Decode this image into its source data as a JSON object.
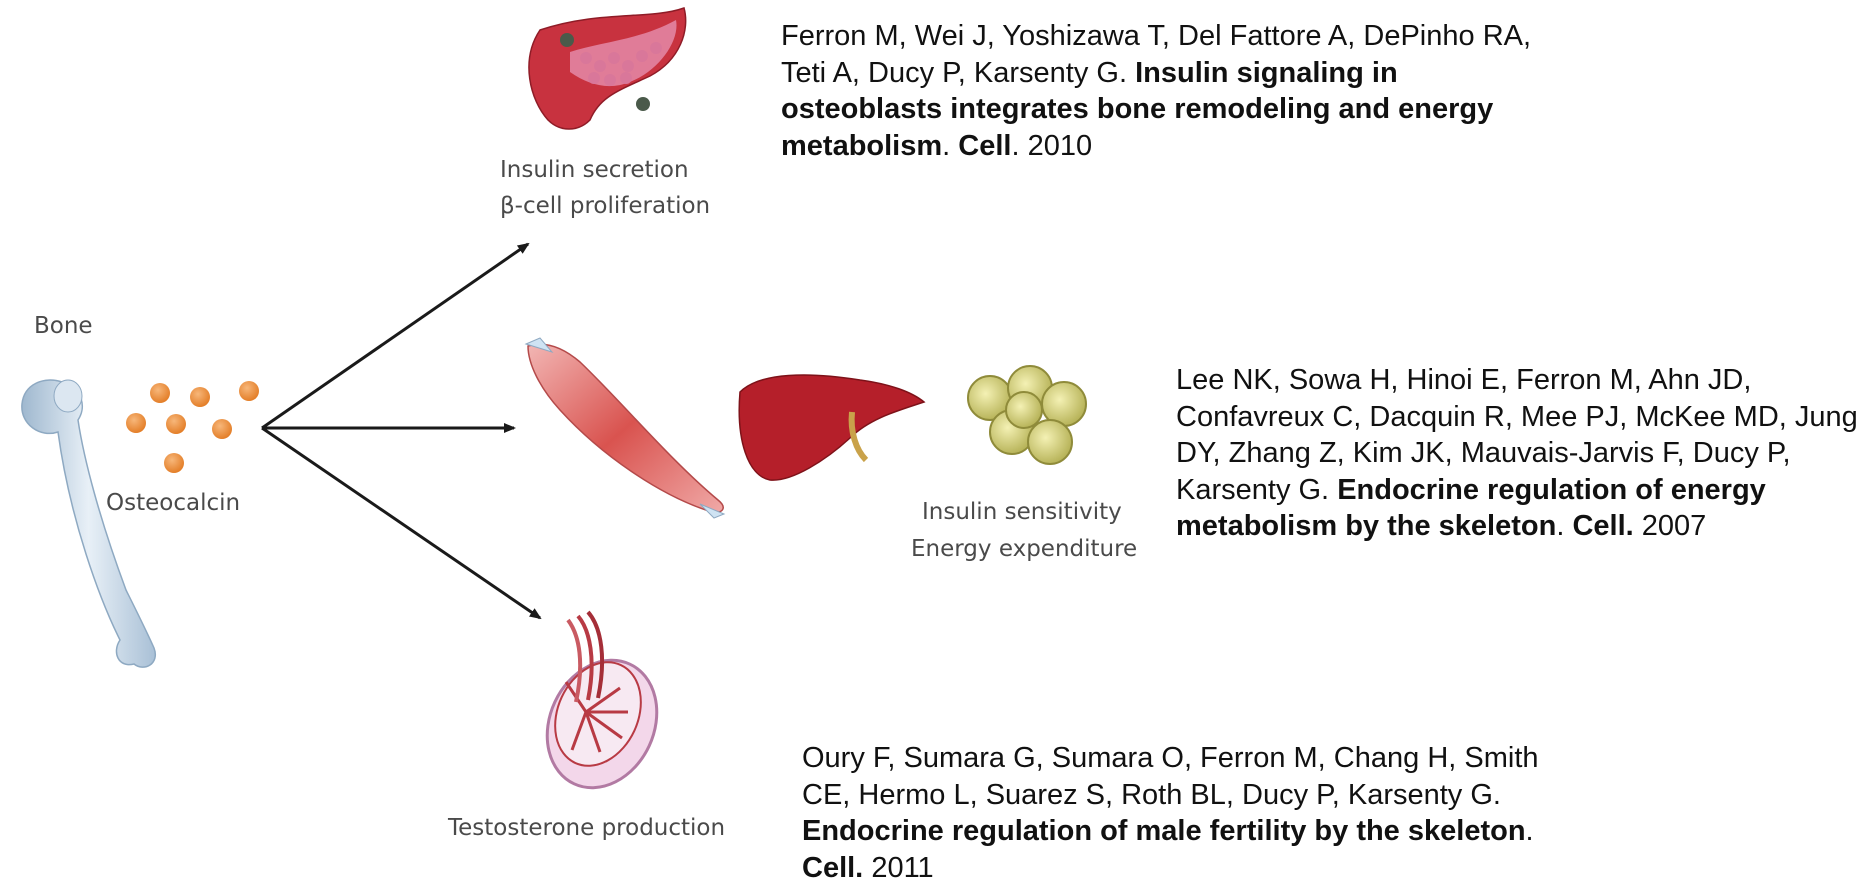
{
  "diagram": {
    "bone_label": "Bone",
    "osteocalcin_label": "Osteocalcin",
    "pancreas_caption": [
      "Insulin secretion",
      "β-cell proliferation"
    ],
    "liver_caption": [
      "Insulin sensitivity",
      "Energy expenditure"
    ],
    "testis_caption": "Testosterone production"
  },
  "references": [
    {
      "authors": "Ferron M, Wei J, Yoshizawa T, Del Fattore A, DePinho RA, Teti A, Ducy P, Karsenty G.",
      "title": "Insulin signaling in osteoblasts integrates bone remodeling and energy metabolism",
      "journal": "Cell",
      "year": "2010"
    },
    {
      "authors": "Lee NK, Sowa H, Hinoi E, Ferron M, Ahn JD, Confavreux C, Dacquin R, Mee PJ, McKee MD, Jung DY, Zhang Z, Kim JK, Mauvais-Jarvis F, Ducy P, Karsenty G.",
      "title": "Endocrine regulation of energy metabolism by the skeleton",
      "journal": "Cell.",
      "year": "2007"
    },
    {
      "authors": "Oury F, Sumara G, Sumara O, Ferron M, Chang H, Smith CE, Hermo L, Suarez S, Roth BL, Ducy P, Karsenty G.",
      "title": "Endocrine regulation of male fertility by the skeleton",
      "journal": "Cell.",
      "year": "2011"
    }
  ]
}
